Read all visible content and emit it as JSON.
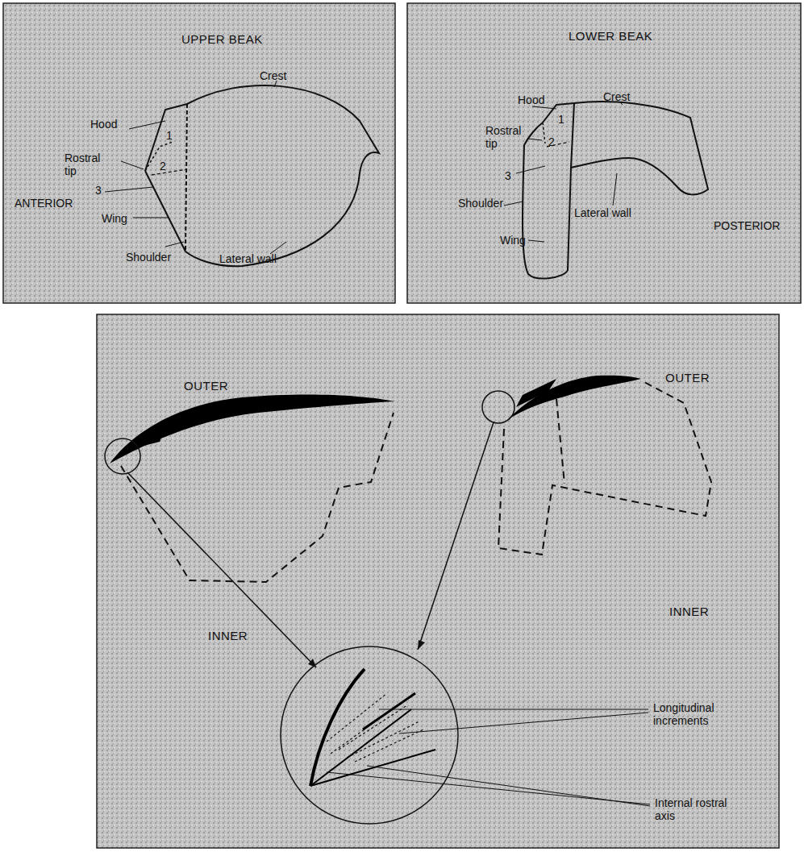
{
  "diagram": {
    "labels": [
      "UPPER BEAK",
      "Crest",
      "Hood",
      "Rostral tip",
      "1",
      "2",
      "3",
      "ANTERIOR",
      "Wing",
      "Shoulder",
      "Lateral wall",
      "LOWER BEAK",
      "Hood",
      "Crest",
      "Rostral tip",
      "1",
      "2",
      "3",
      "Shoulder",
      "Wing",
      "Lateral wall",
      "POSTERIOR",
      "OUTER",
      "OUTER",
      "INNER",
      "INNER",
      "Longitudinal increments",
      "Internal rostral axis"
    ]
  }
}
